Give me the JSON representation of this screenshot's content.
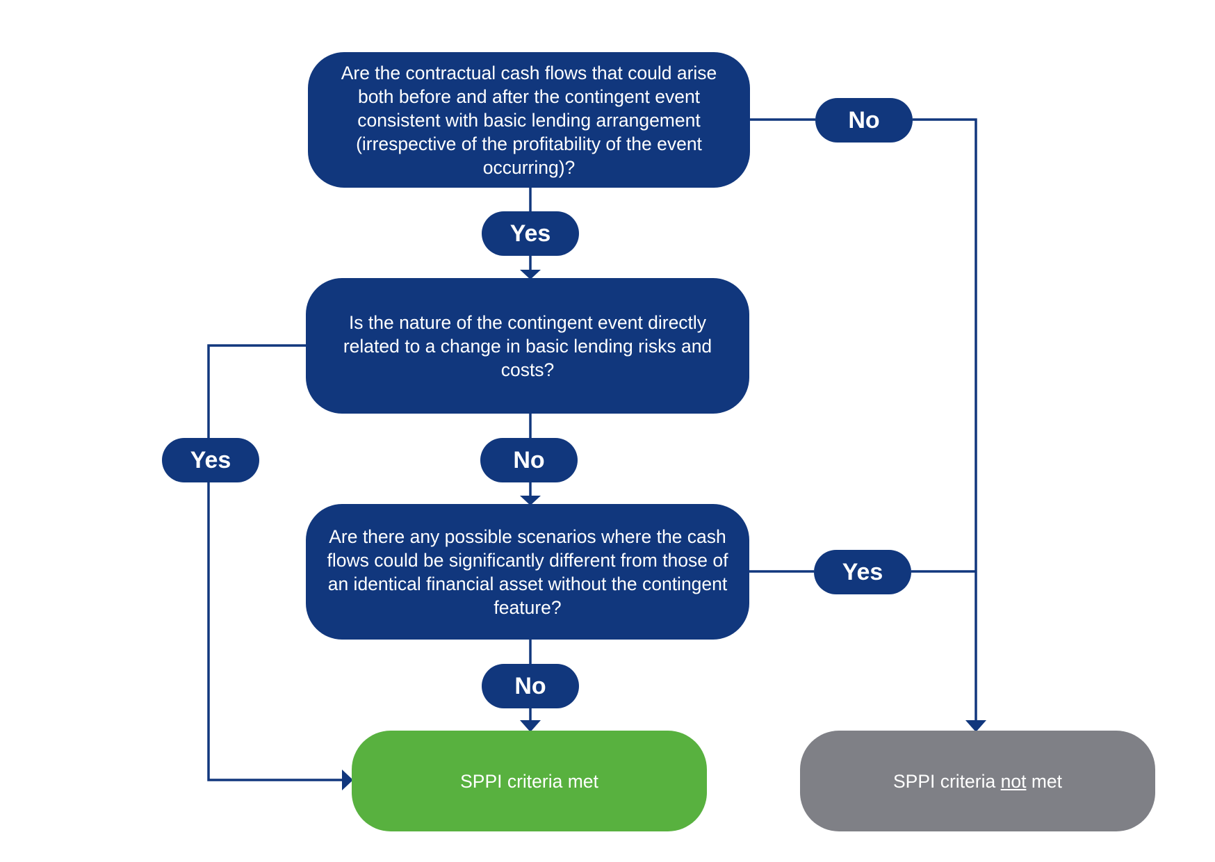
{
  "colors": {
    "question_fill": "#11377d",
    "connector": "#11377d",
    "met_fill": "#58b13f",
    "not_met_fill": "#7f8086",
    "text": "#ffffff"
  },
  "questions": {
    "q1": "Are the contractual cash flows that could arise both before and after the contingent event consistent with basic lending arrangement (irrespective of the profitability of the event occurring)?",
    "q2": "Is the nature of the contingent event directly related to a change in basic lending risks and costs?",
    "q3": "Are there any possible scenarios where the cash flows could be significantly different from those of an identical financial asset without the contingent feature?"
  },
  "answers": {
    "q1_yes": "Yes",
    "q1_no": "No",
    "q2_yes": "Yes",
    "q2_no": "No",
    "q3_yes": "Yes",
    "q3_no": "No"
  },
  "outcomes": {
    "met": "SPPI criteria met",
    "not_met": {
      "before": "SPPI criteria ",
      "emphasis": "not",
      "after": " met"
    }
  }
}
